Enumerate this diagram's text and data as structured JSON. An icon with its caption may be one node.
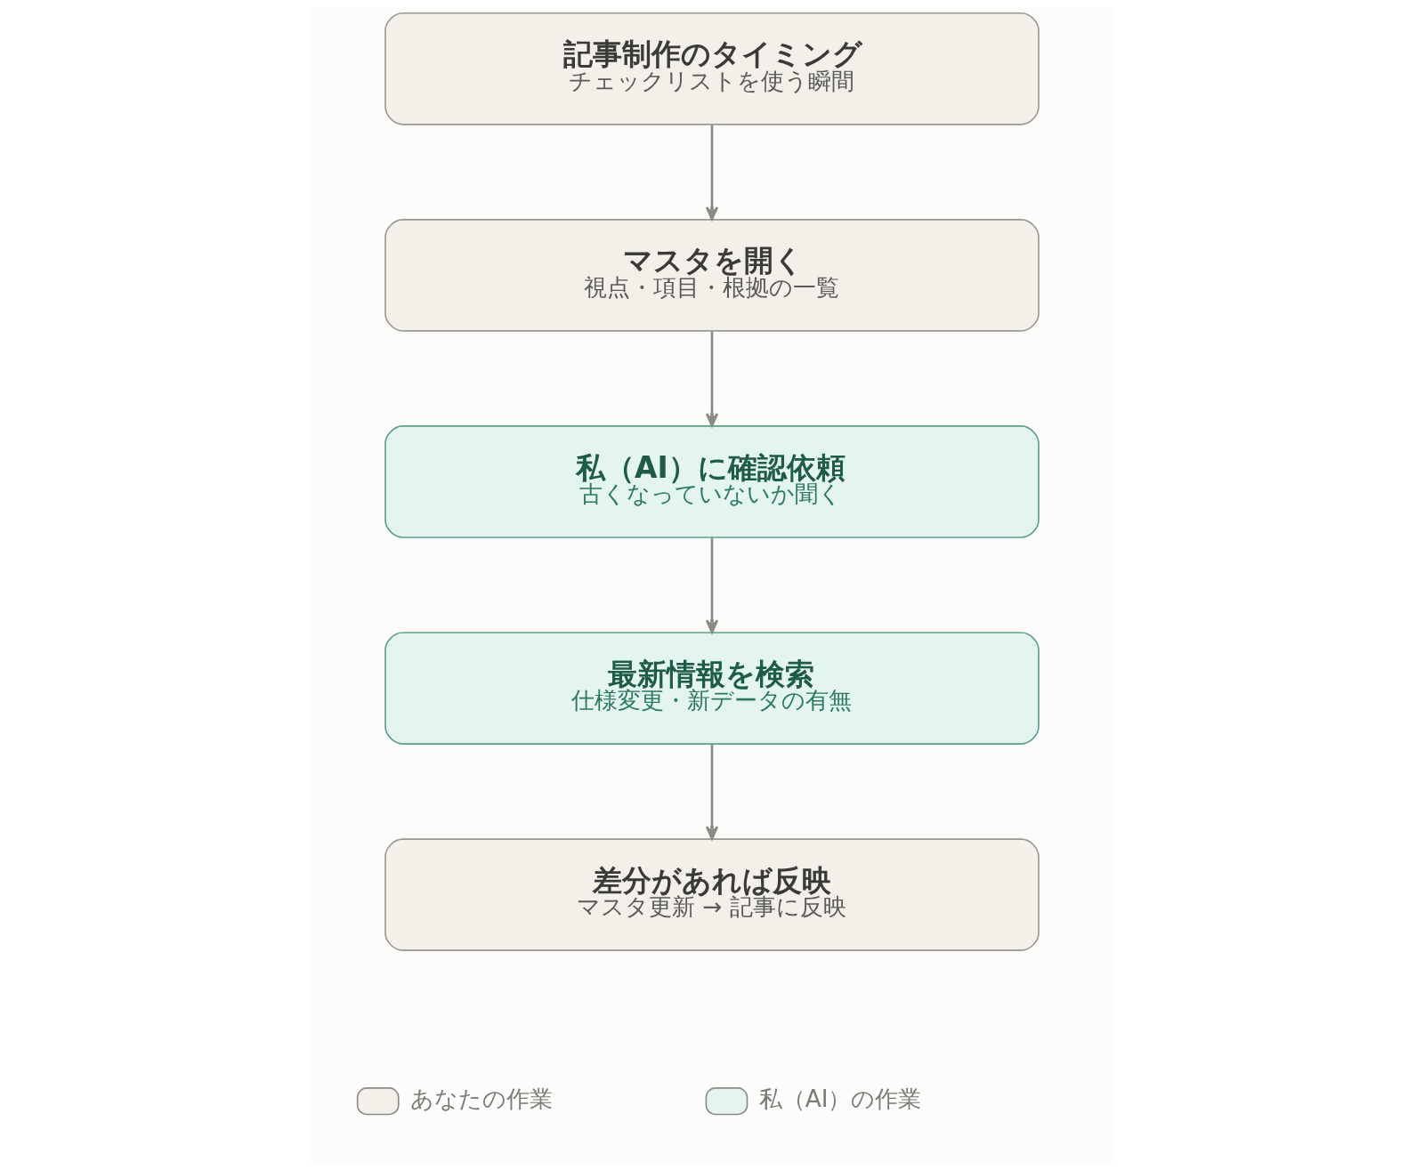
{
  "diagram": {
    "nodes": [
      {
        "text": [
          "記事制作のタイミング",
          "チェックリストを使う瞬間"
        ]
      },
      {
        "text": [
          "マスタを開く",
          "視点・項目・根拠の一覧"
        ]
      },
      {
        "text": [
          "私（AI）に確認依頼",
          "古くなっていないか聞く"
        ]
      },
      {
        "text": [
          "最新情報を検索",
          "仕様変更・新データの有無"
        ]
      },
      {
        "text": [
          "差分があれば反映",
          "マスタ更新 → 記事に反映"
        ]
      }
    ],
    "edges": [
      {
        "from": 0,
        "to": 1,
        "arrow": "to"
      },
      {
        "from": 1,
        "to": 2,
        "arrow": "to"
      },
      {
        "from": 2,
        "to": 3,
        "arrow": "to"
      },
      {
        "from": 3,
        "to": 4,
        "arrow": "to"
      }
    ],
    "legend": [
      {
        "text": "あなたの作業",
        "color": "#f3f0ea"
      },
      {
        "text": "私（AI）の作業",
        "color": "#e3f5ee"
      }
    ]
  }
}
